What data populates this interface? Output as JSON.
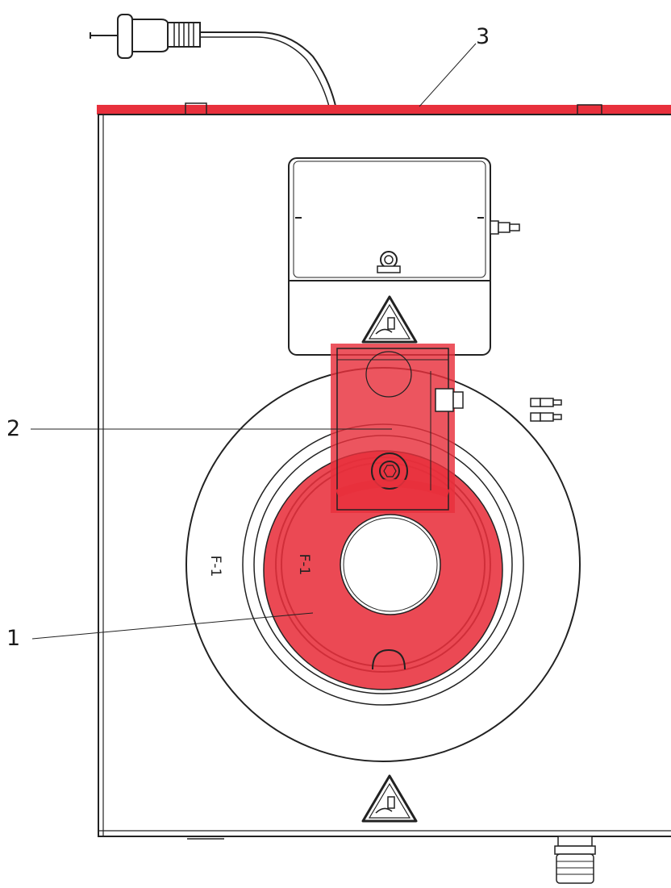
{
  "diagram": {
    "callouts": [
      {
        "id": "1",
        "label": "1"
      },
      {
        "id": "2",
        "label": "2"
      },
      {
        "id": "3",
        "label": "3"
      }
    ],
    "outer_ring_marking": "F-1",
    "inner_ring_marking": "F-1",
    "icons": [
      "power-plug-icon",
      "hand-crush-warning-icon",
      "quick-connector-icon"
    ],
    "colors": {
      "highlight": "#e8303c",
      "line": "#222222",
      "background": "#ffffff"
    }
  }
}
